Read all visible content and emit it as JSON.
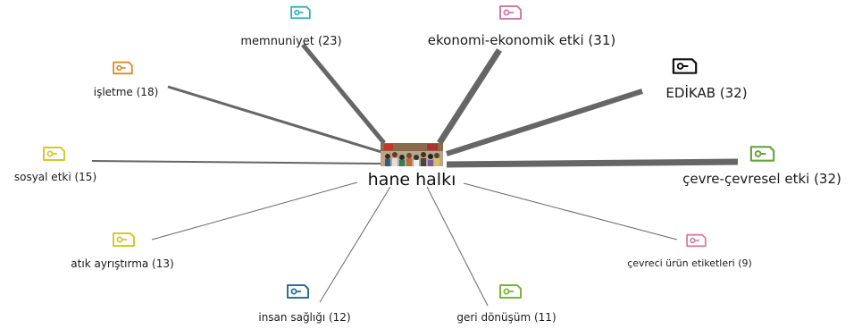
{
  "center": {
    "label": "hane halkı",
    "image": "crowd-photo"
  },
  "nodes": [
    {
      "id": "memnuniyet",
      "label": "memnuniyet (23)",
      "color": "#2bb3c0"
    },
    {
      "id": "ekonomi",
      "label": "ekonomi-ekonomik etki (31)",
      "color": "#d07aa8"
    },
    {
      "id": "edikab",
      "label": "EDİKAB (32)",
      "color": "#111111"
    },
    {
      "id": "isletme",
      "label": "işletme (18)",
      "color": "#d9892b"
    },
    {
      "id": "sosyal",
      "label": "sosyal etki (15)",
      "color": "#d8c82a"
    },
    {
      "id": "cevre",
      "label": "çevre-çevresel etki (32)",
      "color": "#6aa33d"
    },
    {
      "id": "atik",
      "label": "atık ayrıştırma (13)",
      "color": "#d8c82a"
    },
    {
      "id": "cevreci",
      "label": "çevreci ürün etiketleri (9)",
      "color": "#d77fa6"
    },
    {
      "id": "insan",
      "label": "insan sağlığı (12)",
      "color": "#2f6f8f"
    },
    {
      "id": "geri",
      "label": "geri dönüşüm (11)",
      "color": "#7ab342"
    }
  ]
}
